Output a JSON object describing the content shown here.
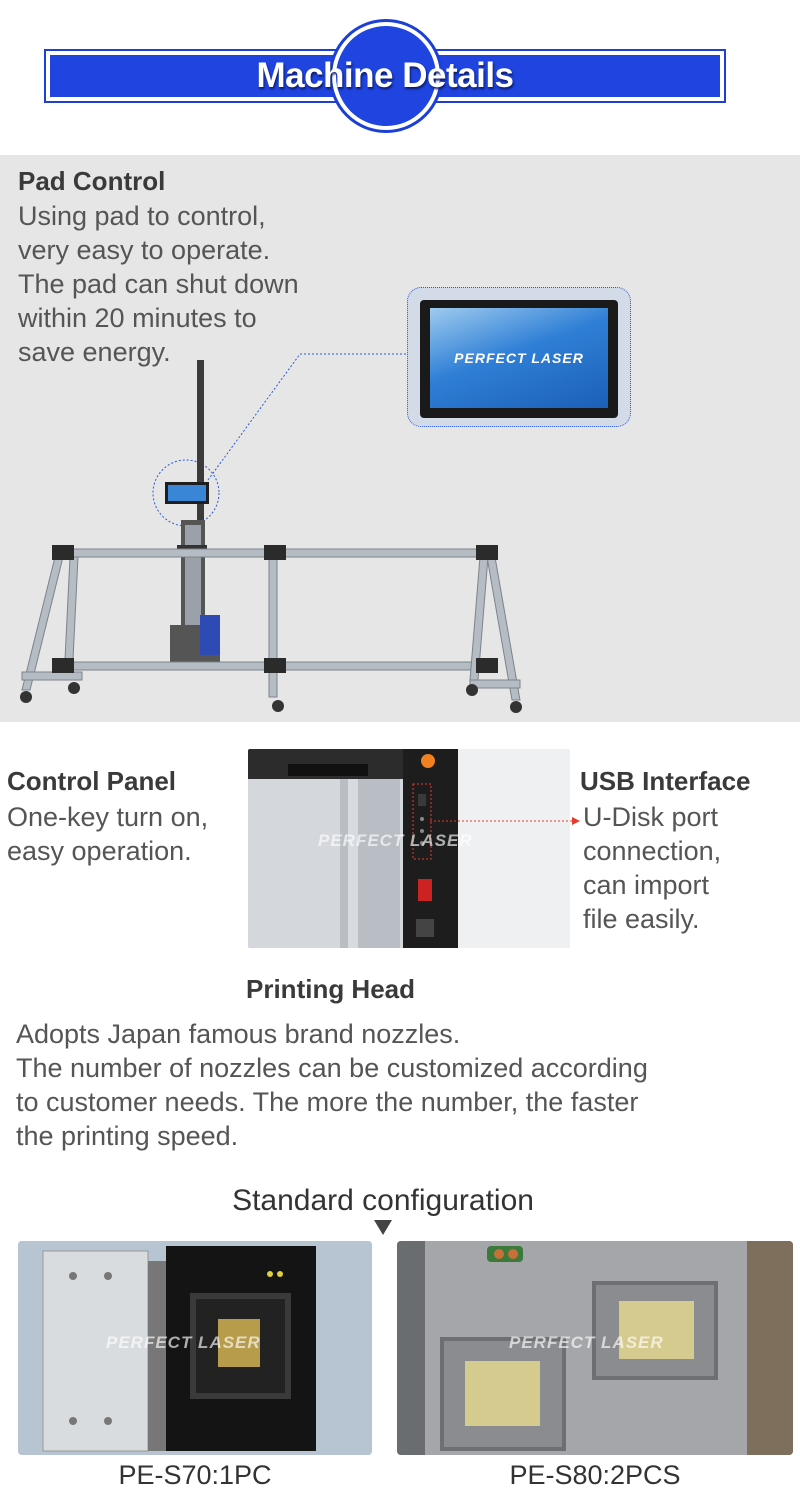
{
  "header": {
    "title": "Machine Details"
  },
  "pad_control": {
    "title": "Pad Control",
    "description": "Using pad to control,\nvery easy to operate.\nThe pad can shut down\nwithin 20 minutes to\nsave energy.",
    "tablet_brand": "PERFECT LASER"
  },
  "control_panel": {
    "title": "Control Panel",
    "description": "One-key turn on,\neasy operation."
  },
  "usb_interface": {
    "title": "USB Interface",
    "description": "U-Disk port\nconnection,\ncan import\nfile easily."
  },
  "printing_head": {
    "title": "Printing Head",
    "description": "Adopts Japan famous brand nozzles.\nThe number of nozzles can be customized according\nto customer needs. The more the number, the faster\nthe printing speed."
  },
  "photo_watermark": "PERFECT LASER",
  "standard_config": {
    "title": "Standard configuration",
    "left_caption": "PE-S70:1PC",
    "right_caption": "PE-S80:2PCS"
  },
  "colors": {
    "brand_blue": "#1f44e0",
    "panel_gray": "#e6e6e6",
    "callout_red": "#e53b2b"
  }
}
